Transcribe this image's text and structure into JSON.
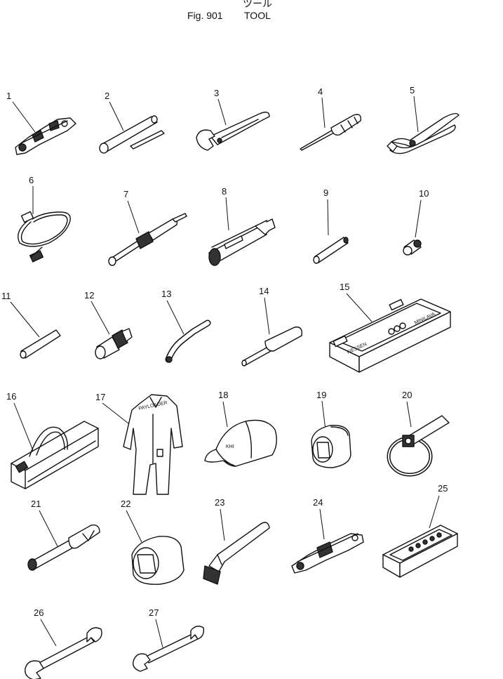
{
  "header": {
    "subtitle_jp": "ツール",
    "fig_label": "Fig. 901",
    "title": "TOOL"
  },
  "parts": [
    {
      "number": "1"
    },
    {
      "number": "2"
    },
    {
      "number": "3"
    },
    {
      "number": "4"
    },
    {
      "number": "5"
    },
    {
      "number": "6"
    },
    {
      "number": "7"
    },
    {
      "number": "8"
    },
    {
      "number": "9"
    },
    {
      "number": "10"
    },
    {
      "number": "11"
    },
    {
      "number": "12"
    },
    {
      "number": "13"
    },
    {
      "number": "14"
    },
    {
      "number": "15"
    },
    {
      "number": "16"
    },
    {
      "number": "17"
    },
    {
      "number": "18"
    },
    {
      "number": "19"
    },
    {
      "number": "20"
    },
    {
      "number": "21"
    },
    {
      "number": "22"
    },
    {
      "number": "23"
    },
    {
      "number": "24"
    },
    {
      "number": "25"
    },
    {
      "number": "26"
    },
    {
      "number": "27"
    }
  ],
  "labels": {
    "box_left": "FIESSEN",
    "box_right": "MINILAVA",
    "overall_text": "PAYLOADER",
    "cap_text": "KHI"
  },
  "colors": {
    "ink": "#111111",
    "paper": "#ffffff"
  }
}
